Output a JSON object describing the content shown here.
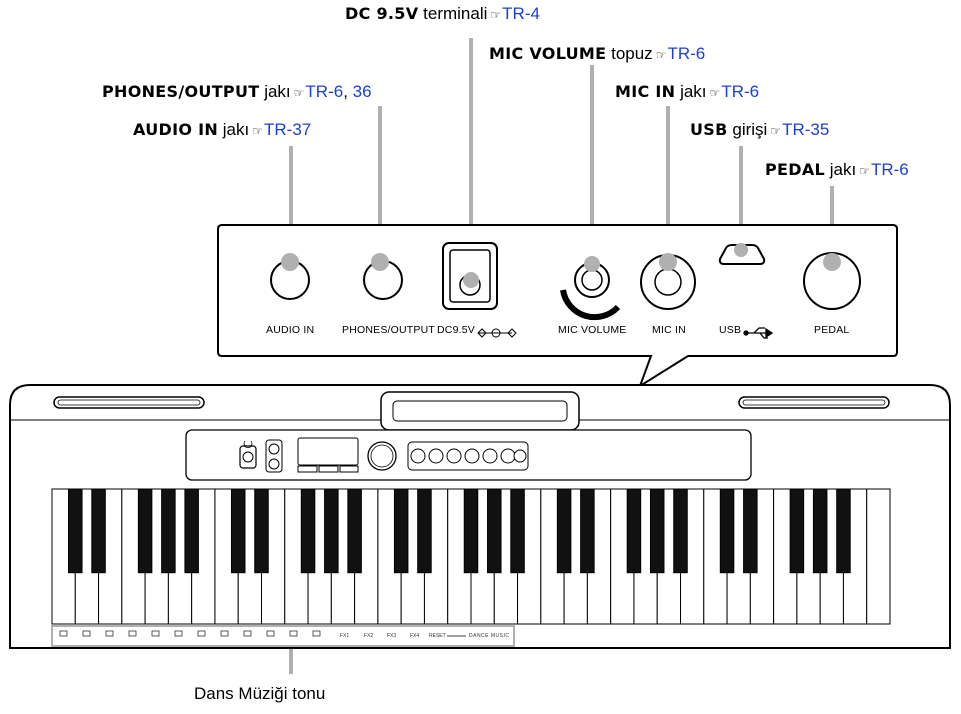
{
  "callouts": {
    "dc": {
      "name": "DC 9.5V",
      "desc": "terminali",
      "hand": "☞",
      "ref": "TR-4"
    },
    "micvolume": {
      "name": "MIC VOLUME",
      "desc": "topuz",
      "hand": "☞",
      "ref": "TR-6"
    },
    "phones": {
      "name": "PHONES/OUTPUT",
      "desc": "jakı",
      "hand": "☞",
      "ref": "TR-6",
      "ref2": "36"
    },
    "micin": {
      "name": "MIC IN",
      "desc": "jakı",
      "hand": "☞",
      "ref": "TR-6"
    },
    "audioin": {
      "name": "AUDIO IN",
      "desc": "jakı",
      "hand": "☞",
      "ref": "TR-37"
    },
    "usb": {
      "name": "USB",
      "desc": "girişi",
      "hand": "☞",
      "ref": "TR-35"
    },
    "pedal": {
      "name": "PEDAL",
      "desc": "jakı",
      "hand": "☞",
      "ref": "TR-6"
    }
  },
  "panel_labels": {
    "audio_in": "AUDIO IN",
    "phones_output": "PHONES/OUTPUT",
    "dc": "DC9.5V",
    "mic_volume": "MIC VOLUME",
    "mic_in": "MIC IN",
    "usb": "USB",
    "pedal": "PEDAL"
  },
  "bottom_caption": "Dans Müziği tonu",
  "dance_music_label": "DANCE MUSIC",
  "pads": [
    "FX1",
    "FX2",
    "FX3",
    "FX4",
    "RESET"
  ],
  "colors": {
    "line": "#b0b0b0",
    "ref": "#1a3fd6",
    "outline": "#000000"
  }
}
